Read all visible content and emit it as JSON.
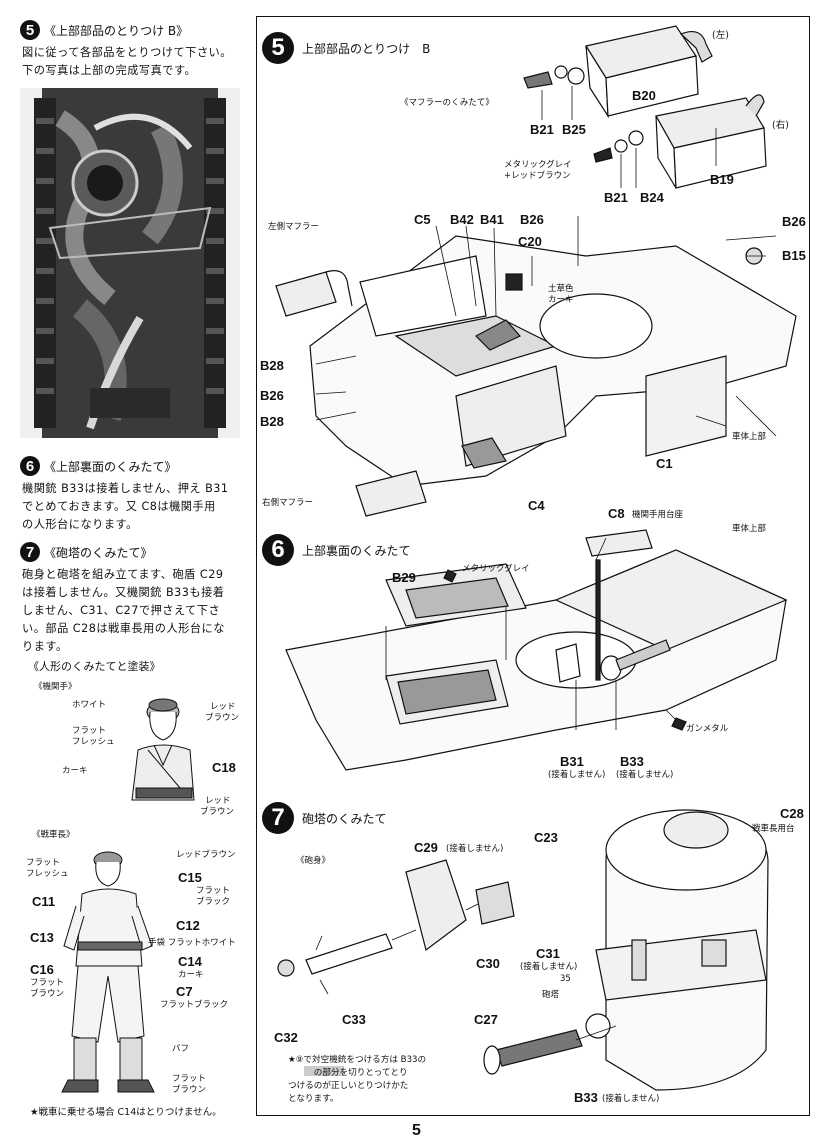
{
  "left": {
    "s5": {
      "num": "5",
      "title": "《上部部品のとりつけ B》",
      "lines": [
        "図に従って各部品をとりつけて下さい。",
        "下の写真は上部の完成写真です。"
      ]
    },
    "s6": {
      "num": "6",
      "title": "《上部裏面のくみたて》",
      "lines": [
        "機関銃 B33は接着しません、押え B31",
        "でとめておきます。又 C8は機関手用",
        "の人形台になります。"
      ]
    },
    "s7": {
      "num": "7",
      "title": "《砲塔のくみたて》",
      "lines": [
        "砲身と砲塔を組み立てます、砲盾 C29",
        "は接着しません。又機関銃 B33も接着",
        "しません、C31、C27で押さえて下さ",
        "い。部品 C28は戦車長用の人形台にな",
        "ります。"
      ]
    },
    "figure_heading": "《人形のくみたてと塗装》",
    "gunner": {
      "label": "《機関手》",
      "white": "ホワイト",
      "red_brown_1": "レッド",
      "red_brown_2": "ブラウン",
      "flat_flesh_1": "フラット",
      "flat_flesh_2": "フレッシュ",
      "khaki": "カーキ",
      "c18": "C18",
      "red_brown_b1": "レッド",
      "red_brown_b2": "ブラウン"
    },
    "commander": {
      "label": "《戦車長》",
      "flat_flesh_1": "フラット",
      "flat_flesh_2": "フレッシュ",
      "red_brown": "レッドブラウン",
      "c15": "C15",
      "c15_c1": "フラット",
      "c15_c2": "ブラック",
      "c11": "C11",
      "c12": "C12",
      "c13": "C13",
      "gloves": "手袋 フラットホワイト",
      "c16": "C16",
      "c16_c1": "フラット",
      "c16_c2": "ブラウン",
      "c14": "C14",
      "c14_c": "カーキ",
      "c7": "C7",
      "c7_c": "フラットブラック",
      "buff": "バフ",
      "boots_1": "フラット",
      "boots_2": "ブラウン"
    },
    "footnote": "★戦車に乗せる場合 C14はとりつけません。"
  },
  "step5": {
    "num": "5",
    "title": "上部部品のとりつけ　B",
    "left_tag": "(左)",
    "right_tag": "(右)",
    "muffler_note": "《マフラーのくみたて》",
    "color_note_1": "メタリックグレイ",
    "color_note_2": "+レッドブラウン",
    "khaki_note_1": "土草色",
    "khaki_note_2": "カーキ",
    "left_muffler": "左側マフラー",
    "right_muffler": "右側マフラー",
    "hull_top": "車体上部",
    "parts": [
      "B20",
      "B21",
      "B25",
      "B19",
      "B21",
      "B24",
      "C5",
      "B42",
      "B41",
      "B26",
      "C20",
      "B26",
      "B15",
      "B28",
      "B26",
      "B28",
      "C1",
      "C4"
    ]
  },
  "step6": {
    "num": "6",
    "title": "上部裏面のくみたて",
    "c8": "C8",
    "c8_note": "機関手用台座",
    "hull_top": "車体上部",
    "b29": "B29",
    "metallic_grey": "メタリックグレイ",
    "gunmetal": "ガンメタル",
    "b31": "B31",
    "b33": "B33",
    "no_glue_1": "(接着しません)",
    "no_glue_2": "(接着しません)"
  },
  "step7": {
    "num": "7",
    "title": "砲塔のくみたて",
    "barrel_note": "《砲身》",
    "c29": "C29",
    "c29_note": "(接着しません)",
    "c28": "C28",
    "c28_note": "戦車長用台",
    "c23": "C23",
    "c30": "C30",
    "c31": "C31",
    "c31_note": "(接着しません)",
    "small_35": "35",
    "turret": "砲塔",
    "c32": "C32",
    "c33": "C33",
    "c27": "C27",
    "b33": "B33",
    "b33_note": "(接着しません)",
    "star_note": [
      "★⑨で対空機銃をつける方は B33の",
      "　　　の部分を切りとってとり",
      "つけるのが正しいとりつけかた",
      "となります。"
    ]
  },
  "page_number": "5"
}
